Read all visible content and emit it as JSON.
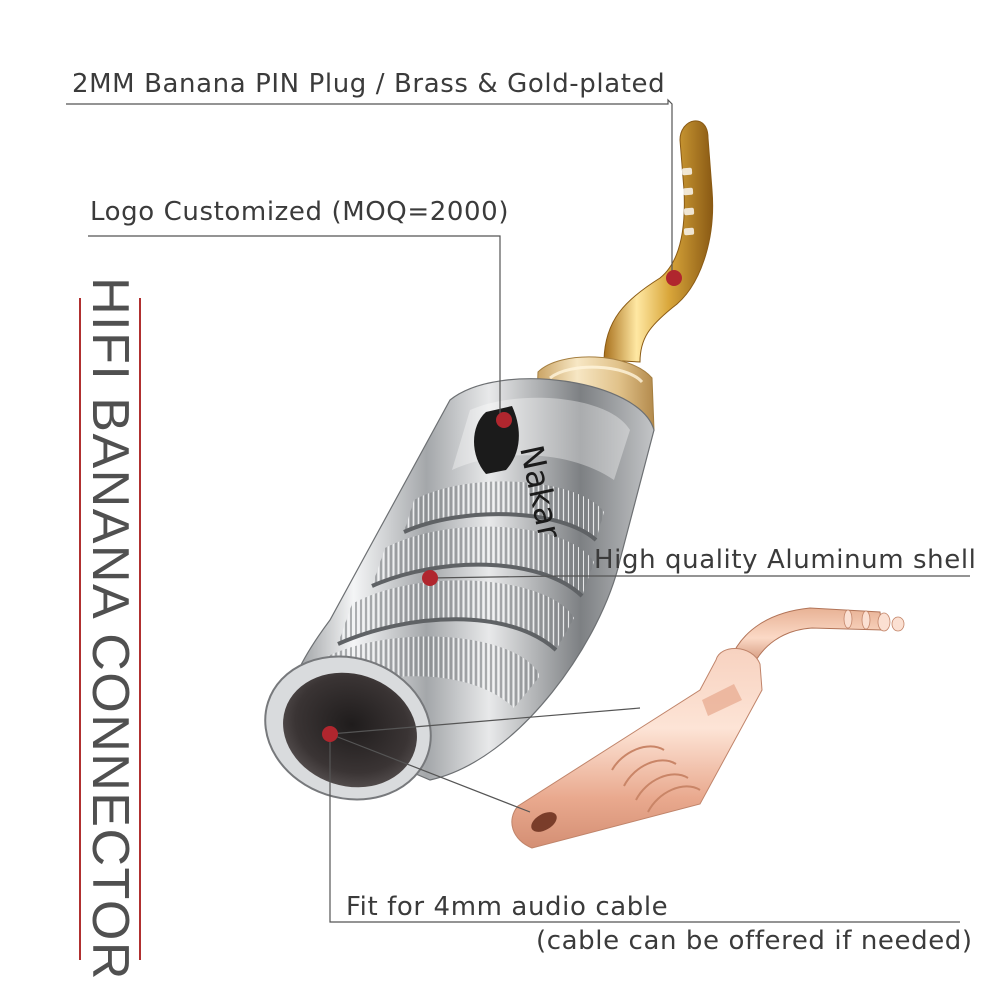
{
  "callouts": {
    "pin": "2MM Banana PIN Plug / Brass & Gold-plated",
    "logo": "Logo Customized (MOQ=2000)",
    "shell": "High quality Aluminum shell",
    "cable": "Fit for 4mm audio cable",
    "cable_note": "(cable can be offered if needed)"
  },
  "side_title": "HIFI BANANA CONNECTOR",
  "brand_logo_text": "Nakar",
  "colors": {
    "callout_dot": "#b0262e",
    "leader_line": "#555555",
    "title_rule": "#b03030",
    "gold": "#d9a63a",
    "copper": "#f1b9a0",
    "chrome": "#c9cbcd"
  },
  "icons": {
    "callout_marker": "red-dot-icon"
  }
}
